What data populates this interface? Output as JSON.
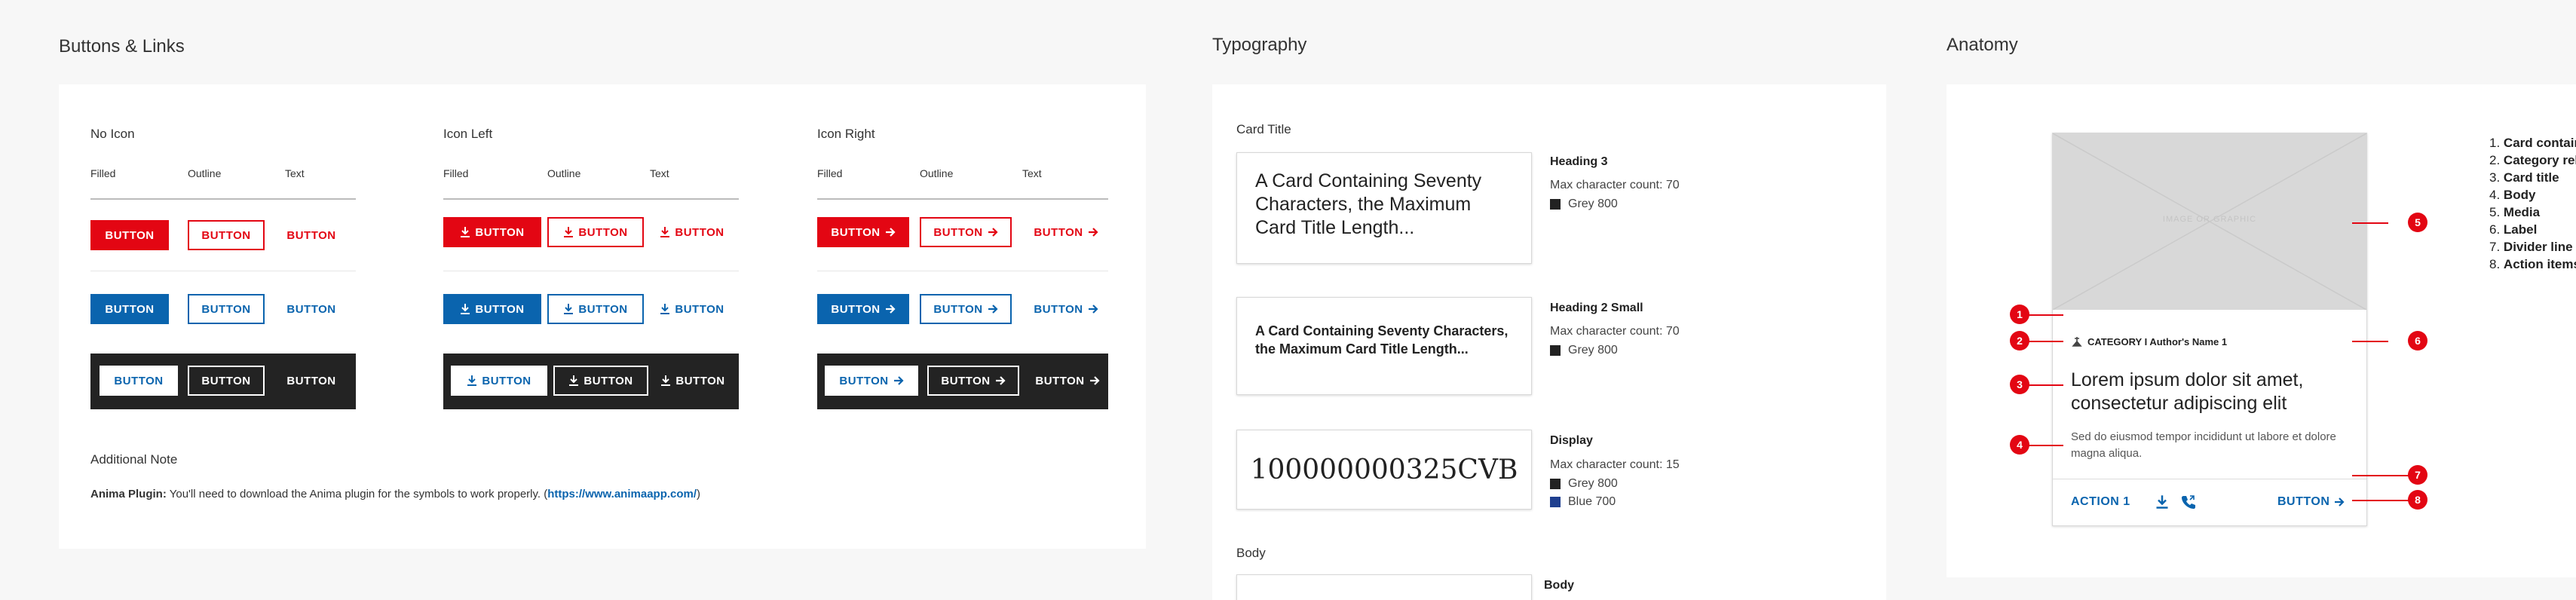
{
  "sections": {
    "buttons_links": "Buttons & Links",
    "typography": "Typography",
    "anatomy": "Anatomy"
  },
  "buttons": {
    "columns": [
      {
        "title": "No Icon",
        "heads": [
          "Filled",
          "Outline",
          "Text"
        ]
      },
      {
        "title": "Icon Left",
        "heads": [
          "Filled",
          "Outline",
          "Text"
        ]
      },
      {
        "title": "Icon Right",
        "heads": [
          "Filled",
          "Outline",
          "Text"
        ]
      }
    ],
    "label": "BUTTON",
    "colors": {
      "red": "#e30613",
      "blue": "#0a64ae",
      "dark": "#232323"
    },
    "icons": {
      "left": "download-icon",
      "right": "arrow-right-icon"
    },
    "note_title": "Additional Note",
    "note_bold": "Anima Plugin:",
    "note_text": " You'll need to download the Anima plugin for the symbols to work properly. (",
    "note_link": "https://www.animaapp.com/",
    "note_end": ")"
  },
  "typography": {
    "card_title_label": "Card Title",
    "samples": [
      {
        "text": "A Card Containing Seventy Characters, the Maximum Card Title Length...",
        "spec": "Heading 3",
        "count": "Max character count: 70",
        "colors": [
          {
            "name": "Grey 800",
            "hex": "#222222"
          }
        ]
      },
      {
        "text": "A Card Containing Seventy Characters, the Maximum Card Title Length...",
        "spec": "Heading 2 Small",
        "count": "Max character count: 70",
        "colors": [
          {
            "name": "Grey 800",
            "hex": "#222222"
          }
        ]
      },
      {
        "text": "100000000325CVB",
        "spec": "Display",
        "count": "Max character count: 15",
        "colors": [
          {
            "name": "Grey 800",
            "hex": "#222222"
          },
          {
            "name": "Blue 700",
            "hex": "#1f3f8f"
          }
        ]
      }
    ],
    "body_label": "Body",
    "body_spec": "Body"
  },
  "anatomy": {
    "image_label": "IMAGE OR GRAPHIC",
    "category": "CATEGORY I Author's Name 1",
    "title": "Lorem ipsum dolor sit amet, consectetur adipiscing elit",
    "body": "Sed do eiusmod tempor incididunt ut labore et dolore magna aliqua.",
    "action1": "ACTION 1",
    "button": "BUTTON",
    "markers": [
      "1",
      "2",
      "3",
      "4",
      "5",
      "6",
      "7",
      "8"
    ],
    "legend": [
      {
        "num": "1.",
        "text": "Card contain"
      },
      {
        "num": "2.",
        "text": "Category rel"
      },
      {
        "num": "3.",
        "text": "Card title"
      },
      {
        "num": "4.",
        "text": "Body"
      },
      {
        "num": "5.",
        "text": "Media"
      },
      {
        "num": "6.",
        "text": "Label"
      },
      {
        "num": "7.",
        "text": "Divider line"
      },
      {
        "num": "8.",
        "text": "Action items"
      }
    ]
  }
}
